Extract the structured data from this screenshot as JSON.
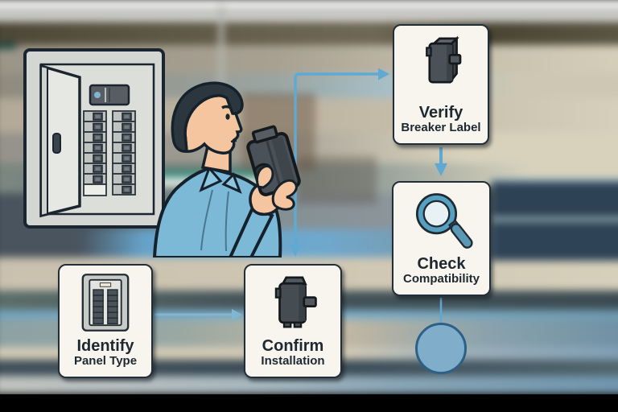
{
  "cards": {
    "verify": {
      "line1": "Verify",
      "line2": "Breaker Label"
    },
    "check": {
      "line1": "Check",
      "line2": "Compatibility"
    },
    "identify": {
      "line1": "Identify",
      "line2": "Panel Type"
    },
    "confirm": {
      "line1": "Confirm",
      "line2": "Installation"
    }
  },
  "icons": {
    "verify": "circuit-breaker-icon",
    "check": "magnifying-glass-icon",
    "identify": "electrical-panel-icon",
    "confirm": "circuit-breaker-icon"
  },
  "illustrations": {
    "panel": "open-electrical-panel",
    "person": "man-holding-circuit-breaker"
  },
  "connectors": {
    "arrow_color": "#5fa9d2",
    "node_circle_fill": "#7fadca",
    "node_circle_border": "#2b6186"
  },
  "colors": {
    "card_bg": "#f8f5ee",
    "card_border": "#232f38",
    "card_text": "#1d2830",
    "shirt": "#7cb9d7",
    "skin": "#f4c59e",
    "hair": "#2c363e",
    "breaker_dark": "#4a5158",
    "panel_gray": "#d3d6d2"
  }
}
